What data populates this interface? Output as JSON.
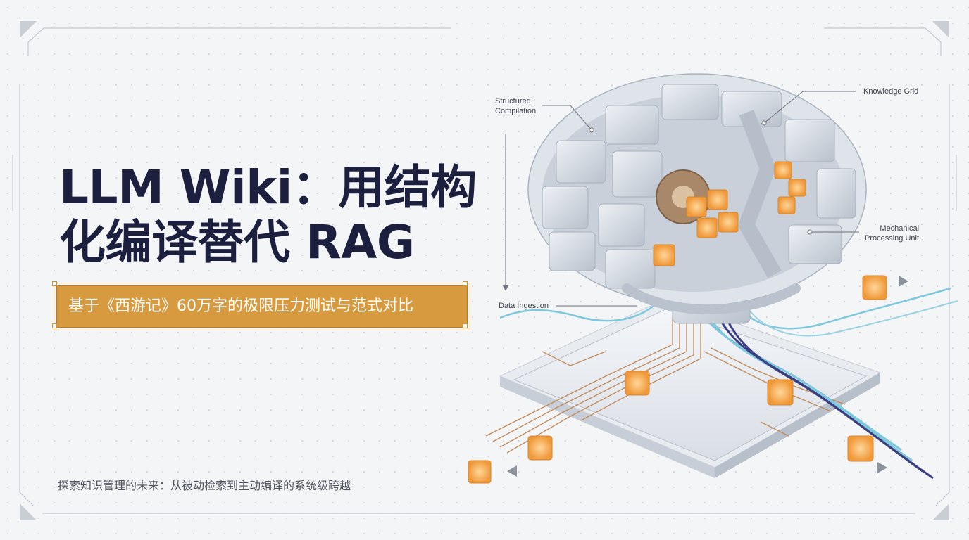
{
  "title": {
    "line1": "LLM Wiki：用结构",
    "line2": "化编译替代 RAG"
  },
  "banner": {
    "text": "基于《西游记》60万字的极限压力测试与范式对比"
  },
  "subtitle": "探索知识管理的未来：从被动检索到主动编译的系统级跨越",
  "labels": {
    "structured_compilation": [
      "Structured",
      "Compilation"
    ],
    "knowledge_grid": "Knowledge Grid",
    "mechanical_processing_unit": [
      "Mechanical",
      "Processing Unit"
    ],
    "data_ingestion": "Data Ingestion"
  },
  "colors": {
    "title": "#1d1f3e",
    "banner": "#d79a3e",
    "cube_glow": "#f2a646",
    "cable": "#7fc8dc",
    "cable_dark": "#3c3f82",
    "metal": "#cfd6df"
  }
}
